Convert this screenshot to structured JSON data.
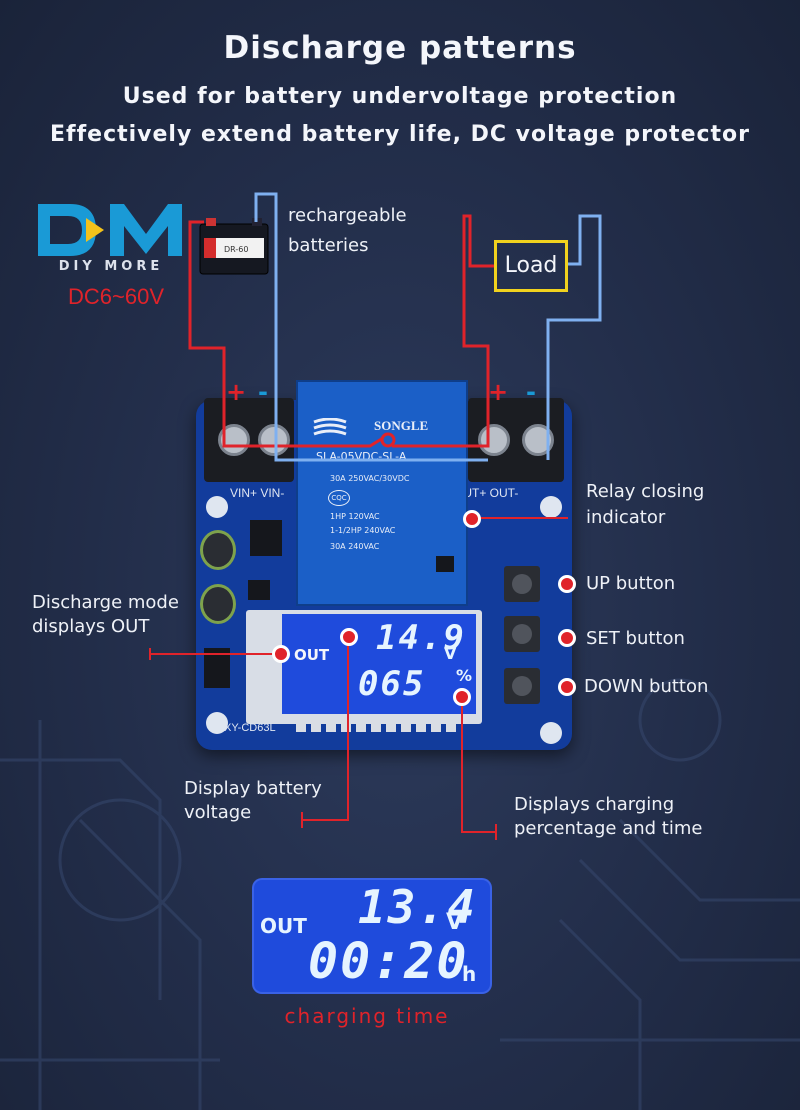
{
  "header": {
    "title": "Discharge patterns",
    "subtitle1": "Used for battery undervoltage protection",
    "subtitle2": "Effectively extend battery life, DC voltage protector"
  },
  "brand": {
    "logo_letters": "DM",
    "logo_sub": "DIY MORE",
    "voltage_range": "DC6~60V",
    "colors": {
      "logo_blue": "#1a9ad6",
      "logo_yellow": "#f3c21a",
      "accent_red": "#e0232a"
    }
  },
  "wiring": {
    "battery_label_line1": "rechargeable",
    "battery_label_line2": "batteries",
    "load_label": "Load",
    "plus": "+",
    "minus": "-"
  },
  "board": {
    "relay_brand": "SONGLE",
    "relay_model": "SLA-05VDC-SL-A",
    "relay_rating1": "30A 250VAC/30VDC",
    "relay_rating2": "1HP 120VAC",
    "relay_rating3": "1-1/2HP 240VAC",
    "relay_rating4": "30A 240VAC",
    "vin_label": "VIN+ VIN-",
    "out_label": "OUT+ OUT-",
    "model_label": "XY-CD63L",
    "lcd_mode": "OUT",
    "lcd_voltage": "14.9",
    "lcd_voltage_unit": "V",
    "lcd_percent": "065",
    "lcd_percent_unit": "%"
  },
  "callouts": {
    "relay_indicator_line1": "Relay closing",
    "relay_indicator_line2": "indicator",
    "up_button": "UP button",
    "set_button": "SET button",
    "down_button": "DOWN button",
    "discharge_mode_line1": "Discharge mode",
    "discharge_mode_line2": "displays OUT",
    "battery_voltage_line1": "Display battery",
    "battery_voltage_line2": "voltage",
    "charging_pct_line1": "Displays charging",
    "charging_pct_line2": "percentage and time"
  },
  "lcd_example": {
    "mode": "OUT",
    "voltage": "13.4",
    "voltage_unit": "V",
    "time": "00:20",
    "time_unit": "h",
    "caption": "charging time"
  }
}
